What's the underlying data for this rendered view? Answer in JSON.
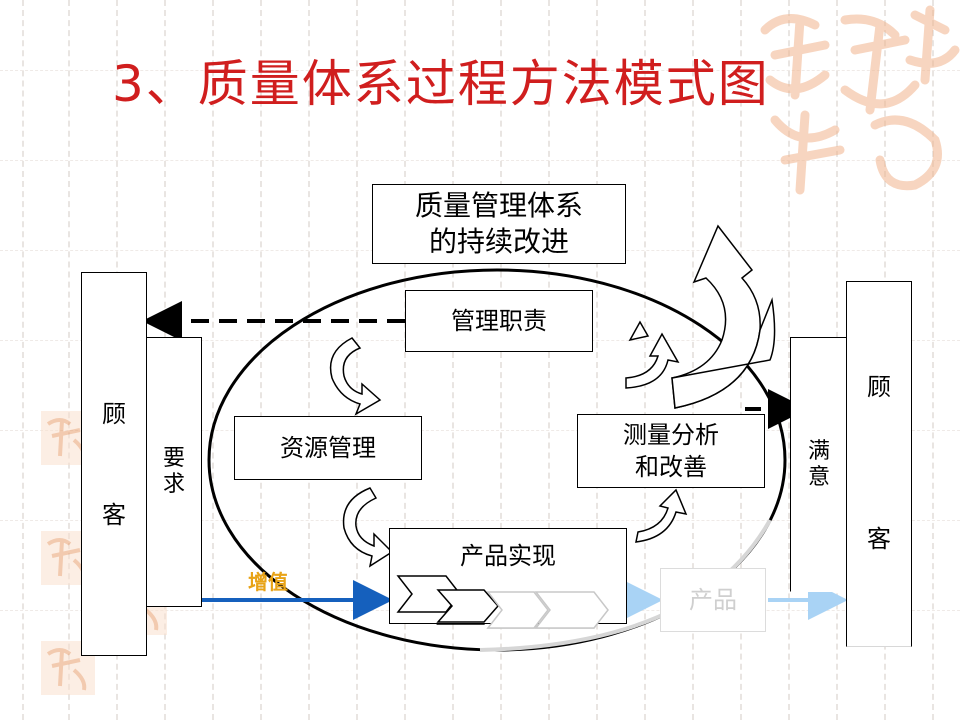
{
  "title": "3、质量体系过程方法模式图",
  "continual_improvement": {
    "line1": "质量管理体系",
    "line2": "的持续改进"
  },
  "processes": {
    "management_responsibility": "管理职责",
    "resource_management": "资源管理",
    "measurement_analysis": {
      "line1": "测量分析",
      "line2": "和改善"
    },
    "product_realization": "产品实现",
    "product": "产品"
  },
  "customer_left": {
    "char1": "顾",
    "char2": "客"
  },
  "customer_right": {
    "char1": "顾",
    "char2": "客"
  },
  "requirements": {
    "char1": "要",
    "char2": "求"
  },
  "satisfaction": {
    "char1": "满",
    "char2": "意"
  },
  "value_added": "增值",
  "colors": {
    "title": "#d01e1e",
    "value_added_text": "#e8a317",
    "value_arrow": "#1560bd",
    "faded_arrow": "#a9d3f5"
  }
}
